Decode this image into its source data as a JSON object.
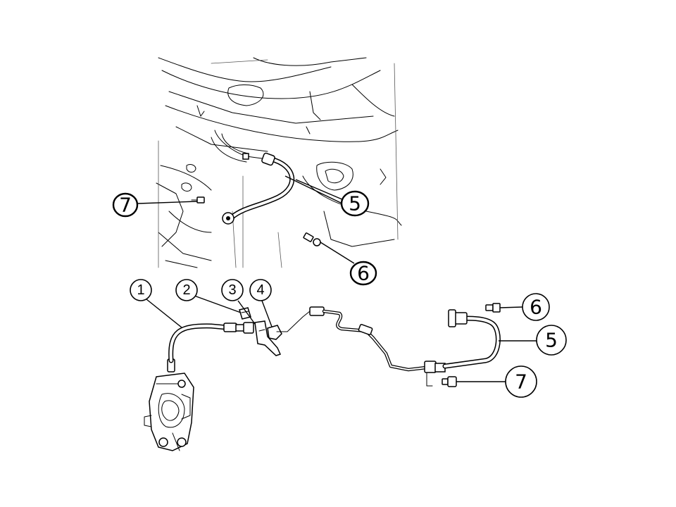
{
  "callouts": {
    "c1": "1",
    "c2": "2",
    "c3": "3",
    "c4": "4",
    "c5_lower": "5",
    "c6_lower": "6",
    "c7_lower": "7",
    "c5_upper": "5",
    "c6_upper": "6",
    "c7_upper": "7"
  }
}
